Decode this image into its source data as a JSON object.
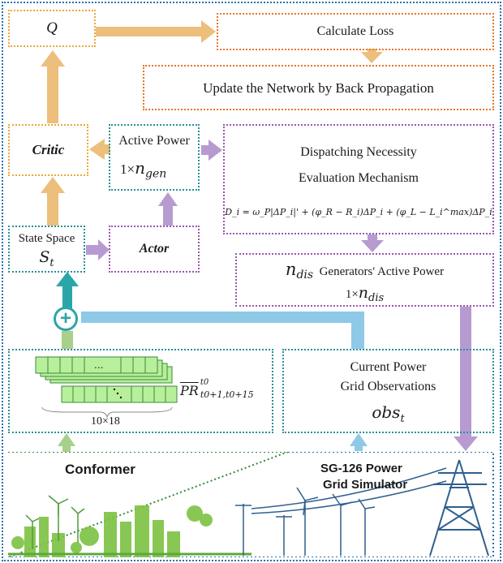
{
  "nodes": {
    "q": "Q",
    "calc_loss": "Calculate Loss",
    "update_net": "Update the Network by Back Propagation",
    "critic": "Critic",
    "active_power": {
      "label": "Active Power",
      "dim": "1×",
      "sym": "n",
      "sub": "gen"
    },
    "dispatch": {
      "line1": "Dispatching Necessity",
      "line2": "Evaluation Mechanism"
    },
    "formula": "D_i = ω_P|ΔP_i|' + (φ_R − R_i)ΔP_i + (φ_L − L_i^max)ΔP_i",
    "state_space": {
      "label": "State Space",
      "sym": "S",
      "sub": "t"
    },
    "actor": "Actor",
    "n_dis": {
      "sym": "n",
      "sub": "dis",
      "label": "Generators' Active Power",
      "dim": "1×"
    },
    "current_power": {
      "line1": "Current Power",
      "line2": "Grid Observations",
      "sym": "obs",
      "sub": "t"
    },
    "pr_label": "PR",
    "pr_sup": "t0",
    "pr_sub": "t0+1,t0+15",
    "matrix_dims": "10×18",
    "ellipsis": "...",
    "plus": "+",
    "conformer": "Conformer",
    "simulator_line1": "SG-126 Power",
    "simulator_line2": "Grid Simulator"
  },
  "colors": {
    "orange_arrow": "#ecbf7c",
    "purple_arrow": "#b79bd0",
    "teal_arrow": "#2aa6a8",
    "blue_arrow": "#8ec9e8",
    "green_arrow": "#a8d08a",
    "matrix_fill": "#b8ef9a",
    "matrix_stroke": "#3d8a3d"
  }
}
